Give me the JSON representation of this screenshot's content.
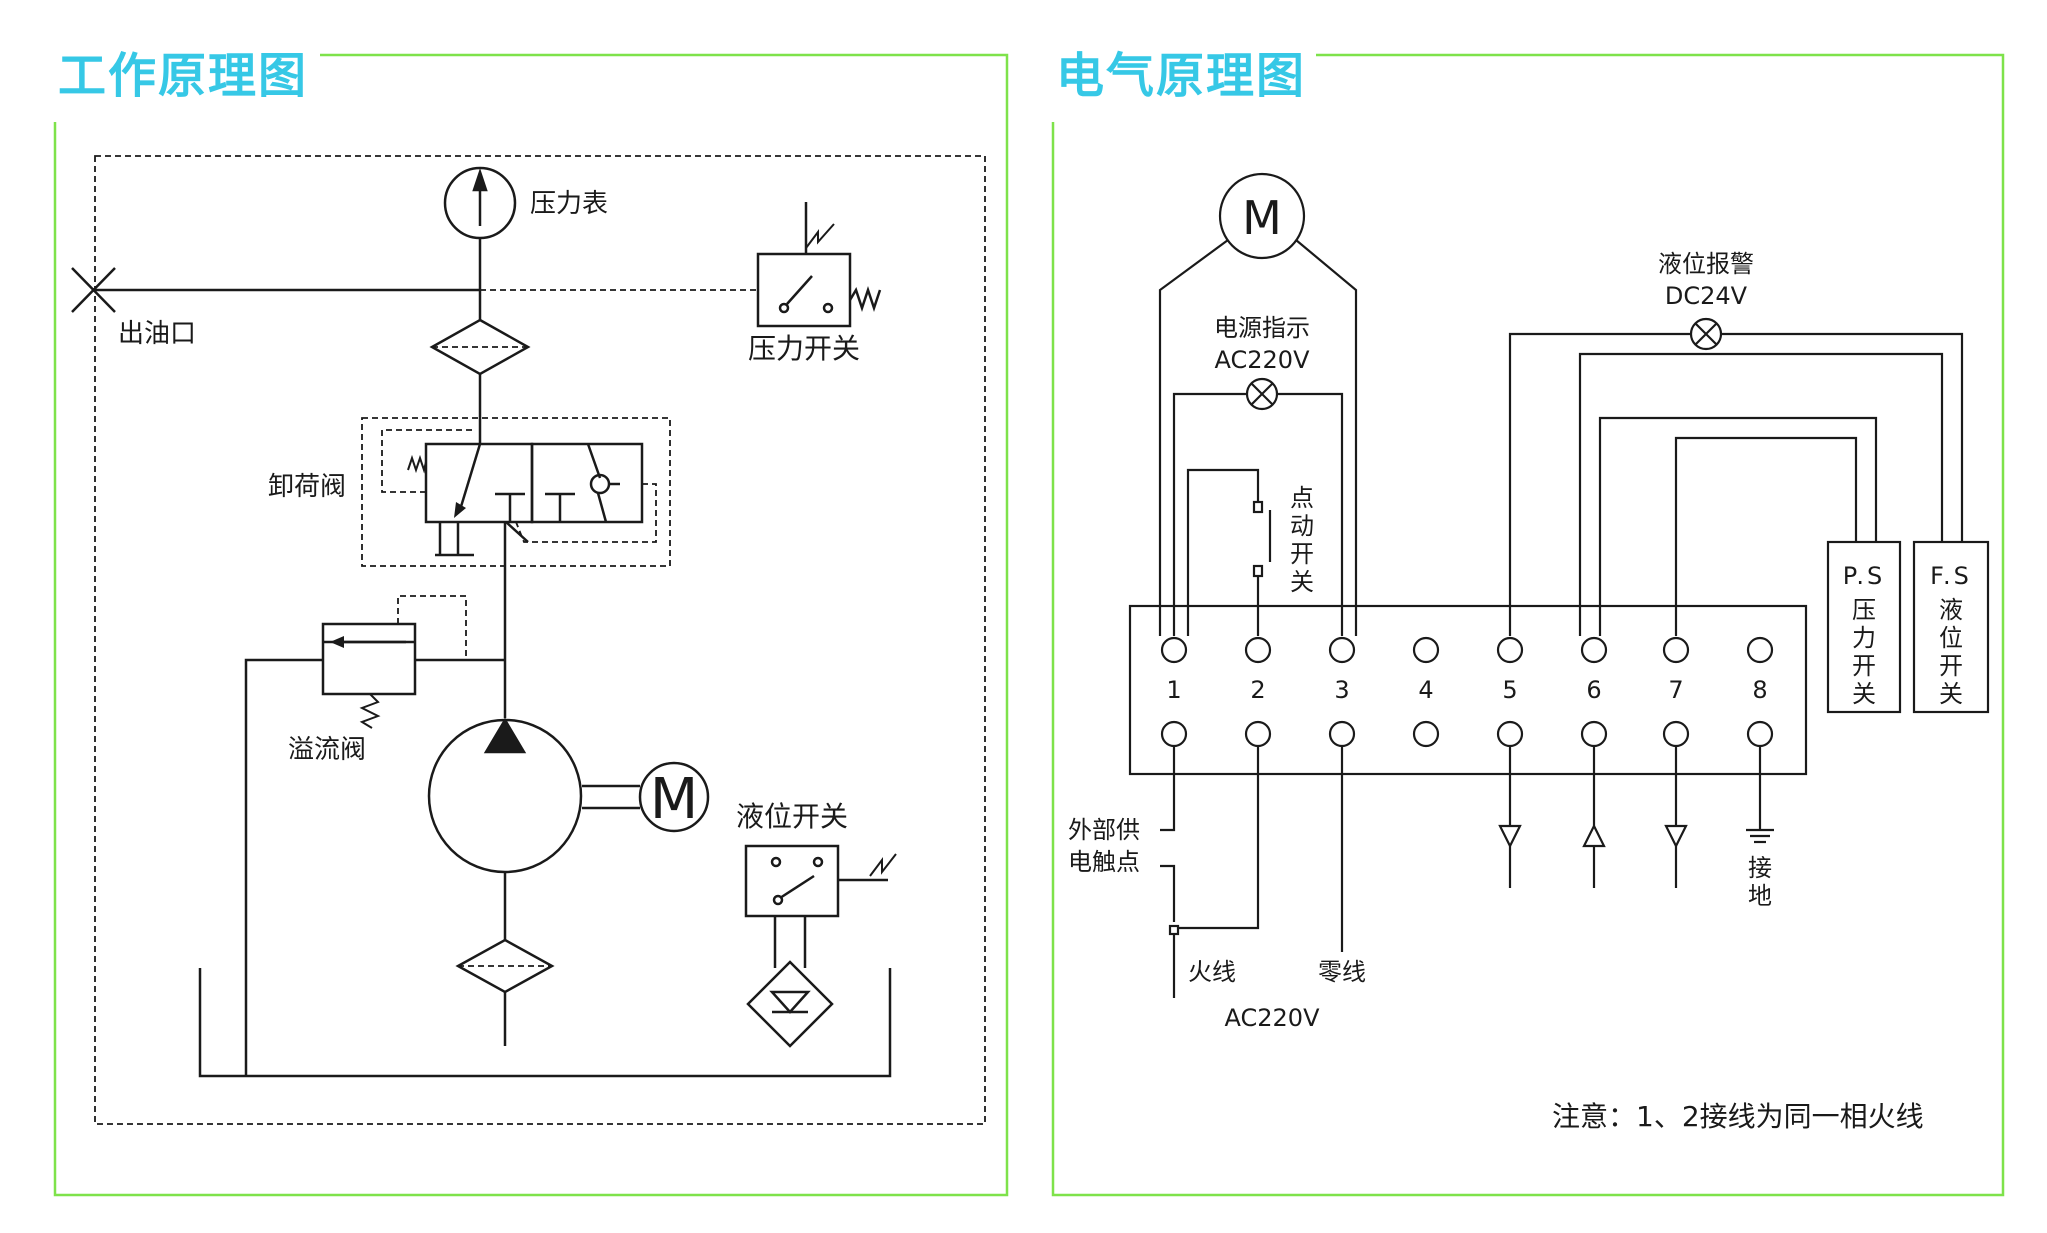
{
  "colors": {
    "title": "#36c8e6",
    "frame": "#7ee24a",
    "line": "#1a1a1a"
  },
  "left": {
    "title": "工作原理图",
    "labels": {
      "pressure_gauge": "压力表",
      "pressure_switch": "压力开关",
      "oil_outlet": "出油口",
      "unloading_valve": "卸荷阀",
      "relief_valve": "溢流阀",
      "level_switch": "液位开关",
      "motor_symbol": "M"
    }
  },
  "right": {
    "title": "电气原理图",
    "labels": {
      "motor_symbol": "M",
      "power_indicator": "电源指示",
      "power_indicator_voltage": "AC220V",
      "level_alarm": "液位报警",
      "level_alarm_voltage": "DC24V",
      "jog_switch": [
        "点",
        "动",
        "开",
        "关"
      ],
      "ps_title": "P.S",
      "ps_desc": [
        "压",
        "力",
        "开",
        "关"
      ],
      "fs_title": "F.S",
      "fs_desc": [
        "液",
        "位",
        "开",
        "关"
      ],
      "external_contact": [
        "外部供",
        "电触点"
      ],
      "live_wire": "火线",
      "neutral_wire": "零线",
      "supply_voltage": "AC220V",
      "ground": [
        "接",
        "地"
      ],
      "note": "注意：1、2接线为同一相火线"
    },
    "terminals": [
      "1",
      "2",
      "3",
      "4",
      "5",
      "6",
      "7",
      "8"
    ]
  }
}
